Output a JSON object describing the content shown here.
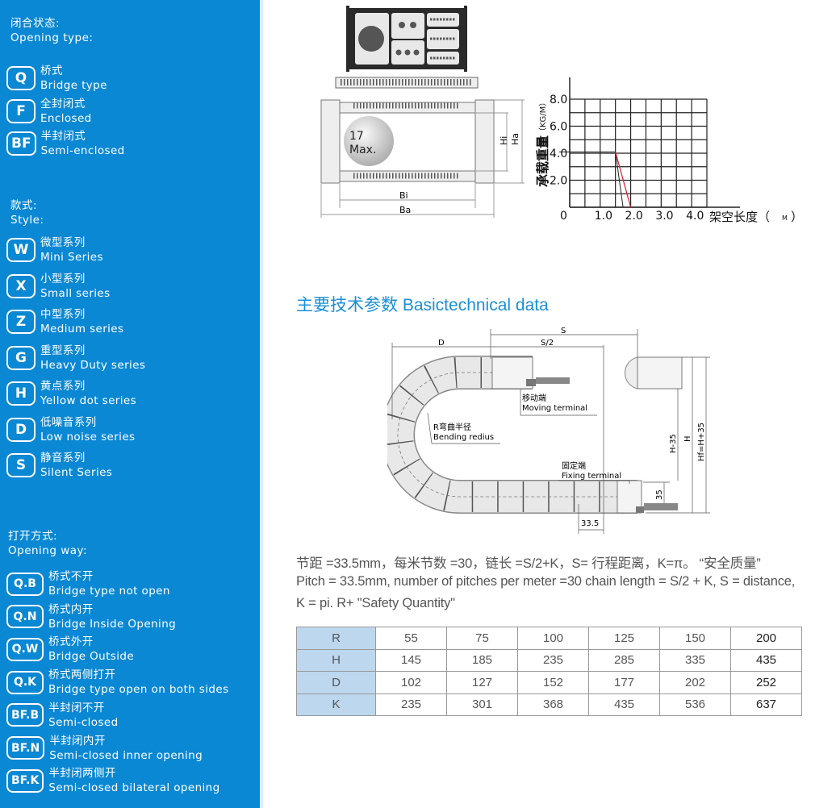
{
  "sidebar": {
    "opening_type": {
      "zh": "闭合状态:",
      "en": "Opening type:",
      "items": [
        {
          "code": "Q",
          "zh": "桥式",
          "en": "Bridge type"
        },
        {
          "code": "F",
          "zh": "全封闭式",
          "en": "Enclosed"
        },
        {
          "code": "BF",
          "zh": "半封闭式",
          "en": "Semi-enclosed"
        }
      ]
    },
    "style": {
      "zh": "款式:",
      "en": "Style:",
      "items": [
        {
          "code": "W",
          "zh": "微型系列",
          "en": "Mini Series"
        },
        {
          "code": "X",
          "zh": "小型系列",
          "en": "Small series"
        },
        {
          "code": "Z",
          "zh": "中型系列",
          "en": "Medium series"
        },
        {
          "code": "G",
          "zh": "重型系列",
          "en": "Heavy Duty series"
        },
        {
          "code": "H",
          "zh": "黄点系列",
          "en": "Yellow dot series"
        },
        {
          "code": "D",
          "zh": "低噪音系列",
          "en": "Low noise series"
        },
        {
          "code": "S",
          "zh": "静音系列",
          "en": "Silent Series"
        }
      ]
    },
    "opening_way": {
      "zh": "打开方式:",
      "en": "Opening way:",
      "items": [
        {
          "code": "Q.B",
          "zh": "桥式不开",
          "en": "Bridge type not open"
        },
        {
          "code": "Q.N",
          "zh": "桥式内开",
          "en": "Bridge Inside Opening"
        },
        {
          "code": "Q.W",
          "zh": "桥式外开",
          "en": "Bridge Outside"
        },
        {
          "code": "Q.K",
          "zh": "桥式两侧打开",
          "en": "Bridge type open on both sides"
        },
        {
          "code": "BF.B",
          "zh": "半封闭不开",
          "en": "Semi-closed"
        },
        {
          "code": "BF.N",
          "zh": "半封闭内开",
          "en": "Semi-closed inner opening"
        },
        {
          "code": "BF.K",
          "zh": "半封闭两侧开",
          "en": "Semi-closed bilateral opening"
        }
      ]
    }
  },
  "cross_section": {
    "ball_size": "17",
    "ball_label": "Max.",
    "hi": "Hi",
    "ha": "Ha",
    "bi": "Bi",
    "ba": "Ba"
  },
  "load_chart": {
    "ylabel": "承载重量",
    "yunit": "（KG/M）",
    "xlabel": "架空长度（",
    "xunit": "M",
    "xclose": "）",
    "origin": "0",
    "yticks": [
      "2.0",
      "4.0",
      "6.0",
      "8.0"
    ],
    "xticks": [
      "1.0",
      "2.0",
      "3.0",
      "4.0"
    ],
    "xlim": [
      0,
      4.5
    ],
    "ylim": [
      0,
      8
    ],
    "black_line": [
      [
        0,
        4.1
      ],
      [
        1.5,
        4.1
      ],
      [
        1.75,
        0
      ]
    ],
    "red_line": [
      [
        1.5,
        4.1
      ],
      [
        2.0,
        0
      ]
    ]
  },
  "section_title": "主要技术参数 Basictechnical data",
  "layout_diagram": {
    "s": "S",
    "s2": "S/2",
    "d": "D",
    "moving_zh": "移动端",
    "moving_en": "Moving terminal",
    "bend_zh": "R弯曲半径",
    "bend_en": "Bending redius",
    "fixing_zh": "固定端",
    "fixing_en": "Fixing terminal",
    "h35": "H-35",
    "h": "H",
    "hf": "Hf=H+35",
    "d35": "35",
    "pitch": "33.5"
  },
  "description": {
    "line1": "节距 =33.5mm，每米节数 =30，链长 =S/2+K，S= 行程距离，K=π。 “安全质量”",
    "line2": "Pitch = 33.5mm, number of pitches per meter =30 chain length = S/2 + K, S = distance,",
    "line3": "K = pi. R+ \"Safety Quantity\""
  },
  "table": {
    "rows": [
      {
        "label": "R",
        "values": [
          "55",
          "75",
          "100",
          "125",
          "150",
          "200"
        ]
      },
      {
        "label": "H",
        "values": [
          "145",
          "185",
          "235",
          "285",
          "335",
          "435"
        ]
      },
      {
        "label": "D",
        "values": [
          "102",
          "127",
          "152",
          "177",
          "202",
          "252"
        ]
      },
      {
        "label": "K",
        "values": [
          "235",
          "301",
          "368",
          "435",
          "536",
          "637"
        ]
      }
    ]
  },
  "colors": {
    "sidebar": "#0a88d4",
    "title": "#1a8fd6",
    "table_header": "#bdd7ee",
    "red_line": "#d9202a"
  }
}
